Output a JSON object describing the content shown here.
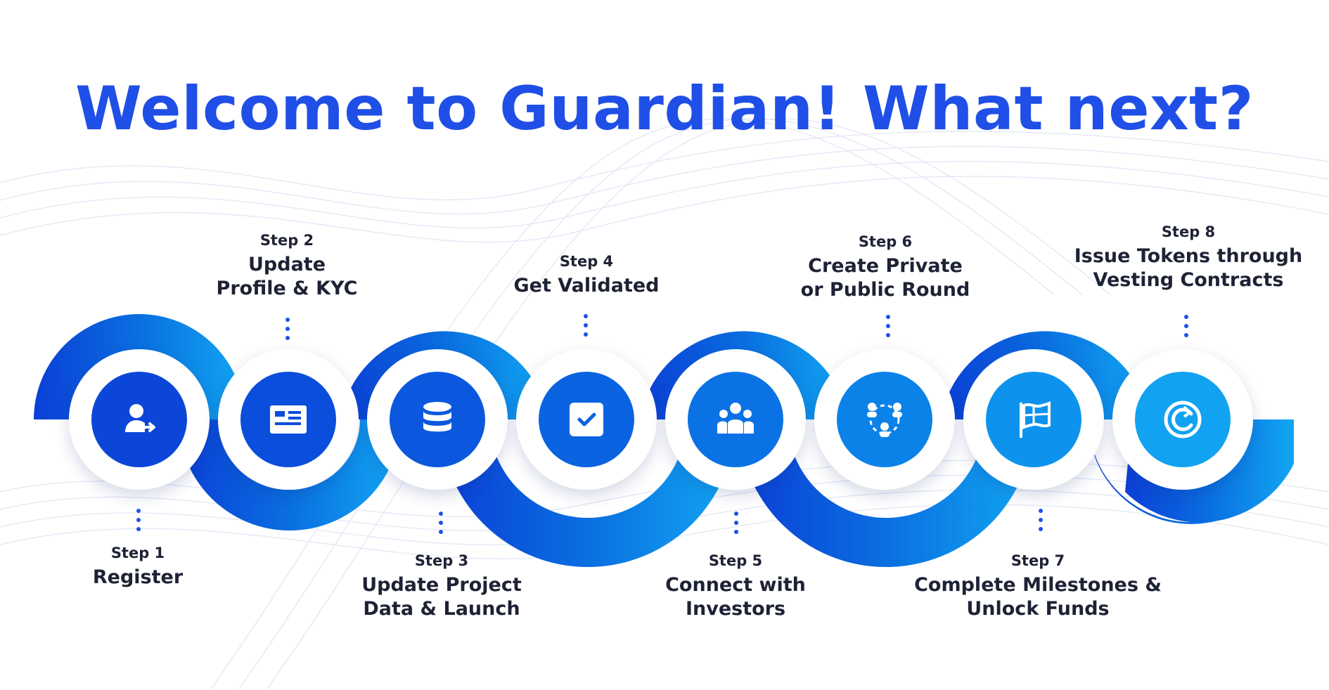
{
  "title": "Welcome to Guardian! What next?",
  "colors": {
    "title": "#1f4fe6",
    "text": "#1e2235",
    "gradient_start": "#0b3fd6",
    "gradient_end": "#11a6f2"
  },
  "steps": [
    {
      "num": "Step 1",
      "name": "Register",
      "icon": "user-arrow-icon"
    },
    {
      "num": "Step 2",
      "name": "Update\nProfile & KYC",
      "icon": "id-card-icon"
    },
    {
      "num": "Step 3",
      "name": "Update Project\nData & Launch",
      "icon": "database-icon"
    },
    {
      "num": "Step 4",
      "name": "Get Validated",
      "icon": "checkbox-icon"
    },
    {
      "num": "Step 5",
      "name": "Connect with\nInvestors",
      "icon": "group-icon"
    },
    {
      "num": "Step 6",
      "name": "Create Private\nor Public Round",
      "icon": "network-icon"
    },
    {
      "num": "Step 7",
      "name": "Complete Milestones &\nUnlock Funds",
      "icon": "flag-icon"
    },
    {
      "num": "Step 8",
      "name": "Issue Tokens through\nVesting Contracts",
      "icon": "guardian-logo-icon"
    }
  ]
}
